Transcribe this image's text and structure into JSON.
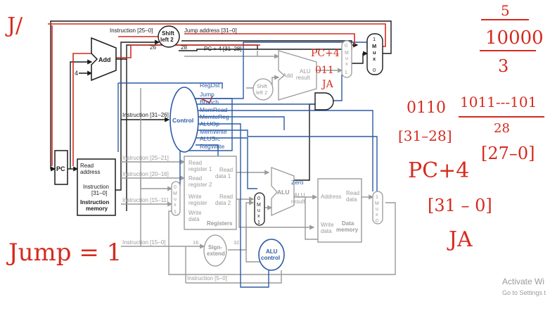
{
  "diagram": {
    "top": {
      "instr_25_0": "Instruction [25–0]",
      "shift_left_2": [
        "Shift",
        "left 2"
      ],
      "jump_address": "Jump address [31–0]",
      "bits_26": "26",
      "bits_28": "28",
      "pc4_31_28": "PC + 4 [31–28]",
      "add": "Add",
      "four": "4",
      "add_alu": "Add",
      "alu_result": [
        "ALU",
        "result"
      ],
      "shift_left_2b": [
        "Shift",
        "left 2"
      ],
      "mux_bits": [
        "0",
        "M",
        "u",
        "x",
        "1"
      ],
      "mux_top_bits": [
        "1",
        "M",
        "u",
        "x",
        "0"
      ]
    },
    "control": {
      "title": "Control",
      "instr_31_26": "Instruction [31–26]",
      "signals": [
        "RegDst",
        "Jump",
        "Branch",
        "MemRead",
        "MemtoReg",
        "ALUOp",
        "MemWrite",
        "ALUSrc",
        "RegWrite"
      ]
    },
    "pc": "PC",
    "imem": {
      "read_address": [
        "Read",
        "address"
      ],
      "instruction": [
        "Instruction",
        "[31–0]"
      ],
      "title": [
        "Instruction",
        "memory"
      ]
    },
    "instr_fields": [
      "Instruction [25–21]",
      "Instruction [20–16]",
      "Instruction [15–11]",
      "Instruction [15–0]",
      "Instruction [5–0]"
    ],
    "registers": {
      "read_reg1": [
        "Read",
        "register 1"
      ],
      "read_reg2": [
        "Read",
        "register 2"
      ],
      "write_reg": [
        "Write",
        "register"
      ],
      "write_data": [
        "Write",
        "data"
      ],
      "read_data1": [
        "Read",
        "data 1"
      ],
      "read_data2": [
        "Read",
        "data 2"
      ],
      "title": "Registers"
    },
    "sign_extend": [
      "Sign-",
      "extend"
    ],
    "bits_16": "16",
    "bits_32": "32",
    "alu": {
      "label": "ALU",
      "zero": "Zero",
      "result": [
        "ALU",
        "result"
      ]
    },
    "alu_control": [
      "ALU",
      "control"
    ],
    "dmem": {
      "address": "Address",
      "read_data": [
        "Read",
        "data"
      ],
      "write_data": [
        "Write",
        "data"
      ],
      "title": [
        "Data",
        "memory"
      ]
    }
  },
  "handwriting": {
    "top_left": "J/",
    "pc4": "PC+4",
    "bits_011": "011",
    "ja": "JA",
    "frac_num_top": "5",
    "frac_num": "10000",
    "frac_den": "3",
    "bin_a": "0110",
    "bin_b": "1011---101",
    "bin_c": "28",
    "bracket_31_28": "[31–28]",
    "pc4_right": "PC+4",
    "bracket_27_0": "[27–0]",
    "bracket_31_0": "[31 – 0]",
    "ja_right": "JA",
    "jump_eq": "Jump = 1"
  },
  "watermark": {
    "line1": "Activate Wi",
    "line2": "Go to Settings t"
  },
  "colors": {
    "datapath": "#1a1a1a",
    "inactive": "#9a9a9a",
    "control": "#2b5aa6",
    "annotation": "#d62a1e"
  }
}
